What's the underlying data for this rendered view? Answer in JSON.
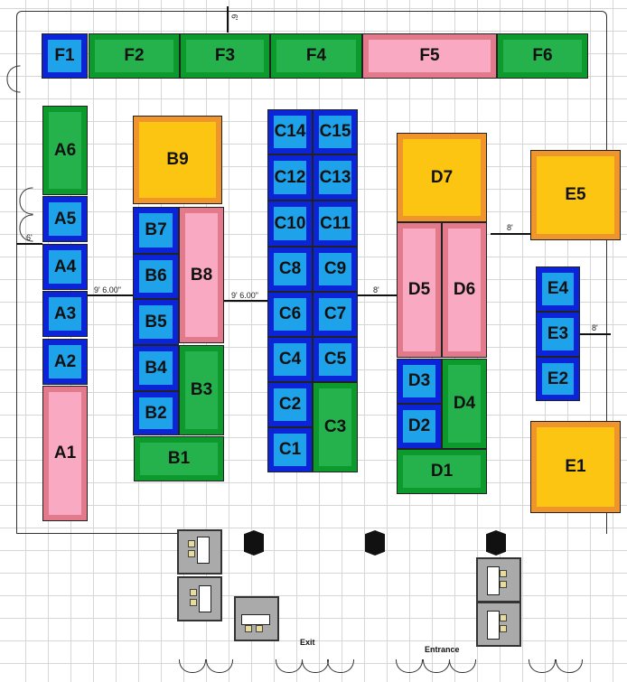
{
  "title": "Exhibit Hall Floor Plan",
  "colors": {
    "blue": "#1ea2ea",
    "green": "#25b24c",
    "pink": "#f9aac2",
    "orange": "#fcc512"
  },
  "booths": [
    {
      "id": "F1",
      "type": "blue"
    },
    {
      "id": "F2",
      "type": "green"
    },
    {
      "id": "F3",
      "type": "green"
    },
    {
      "id": "F4",
      "type": "green"
    },
    {
      "id": "F5",
      "type": "pink"
    },
    {
      "id": "F6",
      "type": "green"
    },
    {
      "id": "A6",
      "type": "green"
    },
    {
      "id": "A5",
      "type": "blue"
    },
    {
      "id": "A4",
      "type": "blue"
    },
    {
      "id": "A3",
      "type": "blue"
    },
    {
      "id": "A2",
      "type": "blue"
    },
    {
      "id": "A1",
      "type": "pink"
    },
    {
      "id": "B9",
      "type": "orange"
    },
    {
      "id": "B7",
      "type": "blue"
    },
    {
      "id": "B6",
      "type": "blue"
    },
    {
      "id": "B5",
      "type": "blue"
    },
    {
      "id": "B8",
      "type": "pink"
    },
    {
      "id": "B4",
      "type": "blue"
    },
    {
      "id": "B2",
      "type": "blue"
    },
    {
      "id": "B3",
      "type": "green"
    },
    {
      "id": "B1",
      "type": "green"
    },
    {
      "id": "C14",
      "type": "blue"
    },
    {
      "id": "C15",
      "type": "blue"
    },
    {
      "id": "C12",
      "type": "blue"
    },
    {
      "id": "C13",
      "type": "blue"
    },
    {
      "id": "C10",
      "type": "blue"
    },
    {
      "id": "C11",
      "type": "blue"
    },
    {
      "id": "C8",
      "type": "blue"
    },
    {
      "id": "C9",
      "type": "blue"
    },
    {
      "id": "C6",
      "type": "blue"
    },
    {
      "id": "C7",
      "type": "blue"
    },
    {
      "id": "C4",
      "type": "blue"
    },
    {
      "id": "C5",
      "type": "blue"
    },
    {
      "id": "C2",
      "type": "blue"
    },
    {
      "id": "C1",
      "type": "blue"
    },
    {
      "id": "C3",
      "type": "green"
    },
    {
      "id": "D7",
      "type": "orange"
    },
    {
      "id": "D5",
      "type": "pink"
    },
    {
      "id": "D6",
      "type": "pink"
    },
    {
      "id": "D3",
      "type": "blue"
    },
    {
      "id": "D2",
      "type": "blue"
    },
    {
      "id": "D4",
      "type": "green"
    },
    {
      "id": "D1",
      "type": "green"
    },
    {
      "id": "E5",
      "type": "orange"
    },
    {
      "id": "E4",
      "type": "blue"
    },
    {
      "id": "E3",
      "type": "blue"
    },
    {
      "id": "E2",
      "type": "blue"
    },
    {
      "id": "E1",
      "type": "orange"
    }
  ],
  "dimensions": {
    "top": "6'",
    "left": "6'",
    "a_b": "9' 6.00\"",
    "b_c": "9' 6.00\"",
    "c_d": "8'",
    "d_e": "8'",
    "e_right": "8'"
  },
  "labels": {
    "exit": "Exit",
    "entrance": "Entrance"
  }
}
